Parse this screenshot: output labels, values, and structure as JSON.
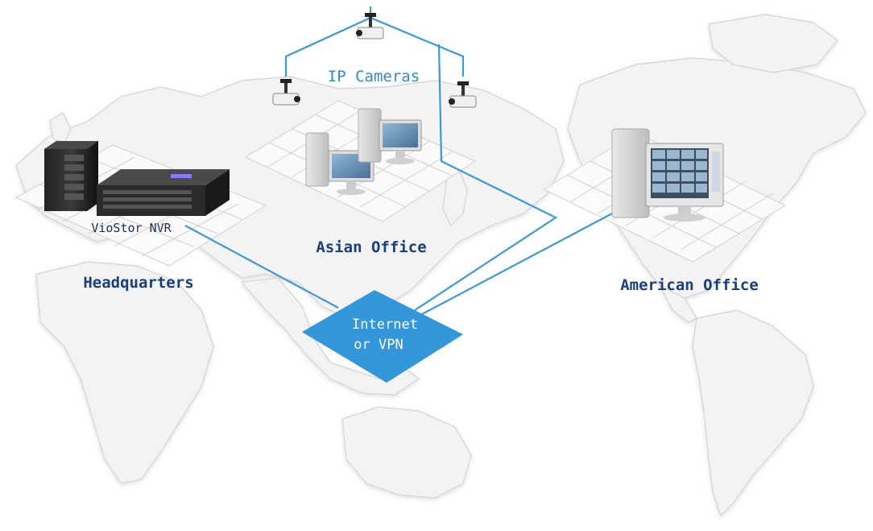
{
  "labels": {
    "ip_cameras": "IP Cameras",
    "nvr": "VioStor NVR",
    "headquarters": "Headquarters",
    "asian_office": "Asian Office",
    "american_office": "American Office",
    "network_line1": "Internet",
    "network_line2": "or VPN"
  },
  "colors": {
    "link_line": "#3a9ad9",
    "network_diamond": "#3397d9",
    "map_land": "#f3f3f3",
    "map_outline": "#d3d3d3",
    "text_dark_blue": "#1a3f7a",
    "text_light_blue": "#2f8ad9"
  },
  "icons": {
    "nvr_tower": "nas-tower-icon",
    "nvr_rack": "rack-server-icon",
    "camera": "ceiling-camera-icon",
    "workstation": "desktop-computer-icon",
    "network": "internet-vpn-diamond"
  }
}
